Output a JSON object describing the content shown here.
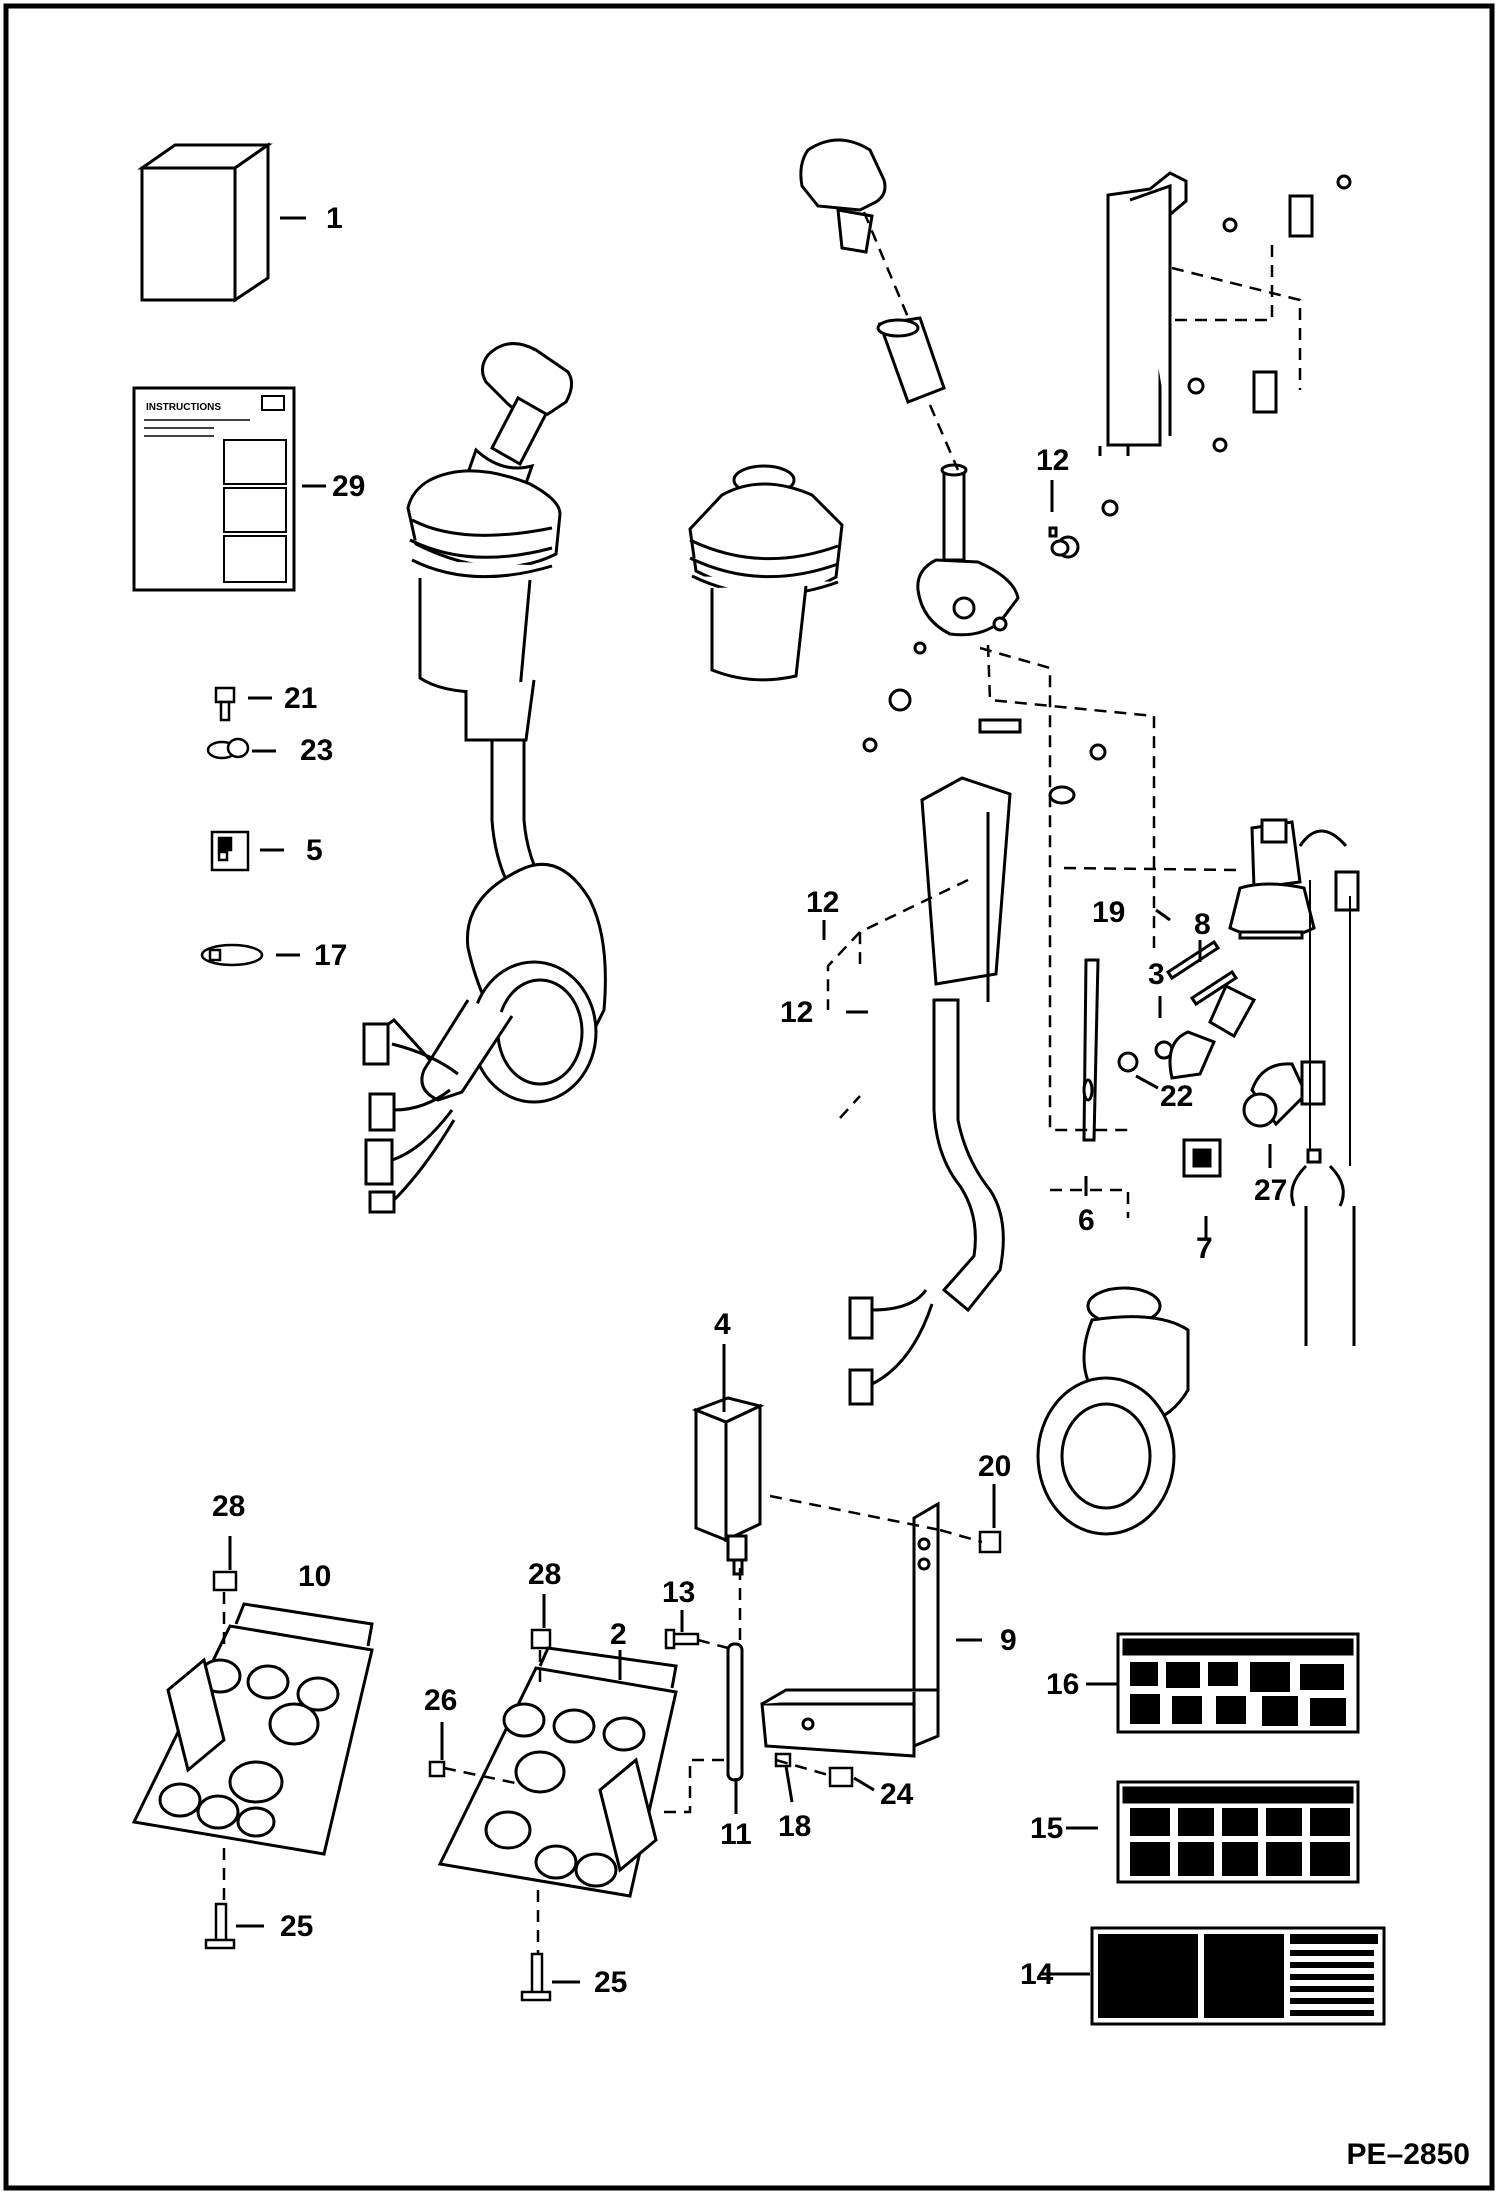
{
  "diagram": {
    "doc_id": "PE–2850",
    "instruction_sheet_title": "INSTRUCTIONS",
    "callouts": [
      {
        "key": "c1",
        "label": "1"
      },
      {
        "key": "c29",
        "label": "29"
      },
      {
        "key": "c21",
        "label": "21"
      },
      {
        "key": "c23",
        "label": "23"
      },
      {
        "key": "c5",
        "label": "5"
      },
      {
        "key": "c17",
        "label": "17"
      },
      {
        "key": "c12a",
        "label": "12"
      },
      {
        "key": "c12b",
        "label": "12"
      },
      {
        "key": "c12c",
        "label": "12"
      },
      {
        "key": "c19",
        "label": "19"
      },
      {
        "key": "c8",
        "label": "8"
      },
      {
        "key": "c3",
        "label": "3"
      },
      {
        "key": "c22",
        "label": "22"
      },
      {
        "key": "c6",
        "label": "6"
      },
      {
        "key": "c7",
        "label": "7"
      },
      {
        "key": "c27",
        "label": "27"
      },
      {
        "key": "c4",
        "label": "4"
      },
      {
        "key": "c20",
        "label": "20"
      },
      {
        "key": "c28a",
        "label": "28"
      },
      {
        "key": "c10",
        "label": "10"
      },
      {
        "key": "c28b",
        "label": "28"
      },
      {
        "key": "c13",
        "label": "13"
      },
      {
        "key": "c2",
        "label": "2"
      },
      {
        "key": "c9",
        "label": "9"
      },
      {
        "key": "c26",
        "label": "26"
      },
      {
        "key": "c11",
        "label": "11"
      },
      {
        "key": "c18",
        "label": "18"
      },
      {
        "key": "c24",
        "label": "24"
      },
      {
        "key": "c16",
        "label": "16"
      },
      {
        "key": "c15",
        "label": "15"
      },
      {
        "key": "c14",
        "label": "14"
      },
      {
        "key": "c25a",
        "label": "25"
      },
      {
        "key": "c25b",
        "label": "25"
      }
    ]
  }
}
